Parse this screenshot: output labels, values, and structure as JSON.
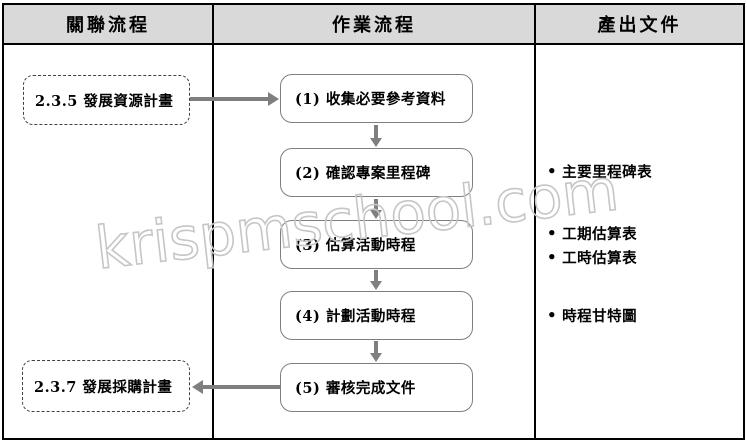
{
  "header": {
    "col_related": "關聯流程",
    "col_process": "作業流程",
    "col_output": "產出文件"
  },
  "related_processes": {
    "input_box": "2.3.5 發展資源計畫",
    "output_box": "2.3.7 發展採購計畫"
  },
  "steps": [
    {
      "label": "(1) 收集必要參考資料"
    },
    {
      "label": "(2) 確認專案里程碑"
    },
    {
      "label": "(3) 估算活動時程"
    },
    {
      "label": "(4) 計劃活動時程"
    },
    {
      "label": "(5) 審核完成文件"
    }
  ],
  "outputs": [
    {
      "bullet": "•",
      "label": "主要里程碑表"
    },
    {
      "bullet": "•",
      "label": "工期估算表"
    },
    {
      "bullet": "•",
      "label": "工時估算表"
    },
    {
      "bullet": "•",
      "label": "時程甘特圖"
    }
  ],
  "watermark": "krispmschool.com",
  "colors": {
    "header_bg": "#d9d9d9",
    "border": "#000000",
    "box_border": "#7f7f7f",
    "arrow": "#7f7f7f",
    "watermark": "#c6c6c6"
  }
}
